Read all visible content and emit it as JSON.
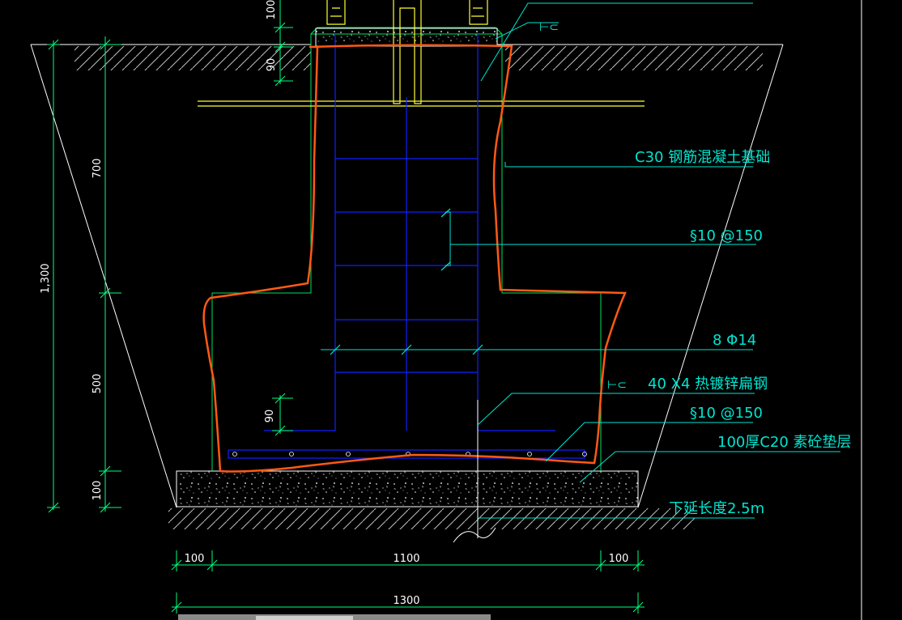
{
  "annotations": {
    "foundation": "C30 钢筋混凝土基础",
    "stirrup_top": "§10 @150",
    "rebar": "8 Φ14",
    "steel": "40 X4 热镀锌扁钢",
    "stirrup_bottom": "§10 @150",
    "cushion": "100厚C20 素砼垫层",
    "extension": "下延长度2.5m",
    "ground_mark": "⊢⊂"
  },
  "dimensions": {
    "top_100": "100",
    "top_90": "90",
    "d_700": "700",
    "d_1300": "1,300",
    "d_500": "500",
    "bottom_90": "90",
    "bottom_100": "100",
    "w_left_100": "100",
    "w_1100": "1100",
    "w_right_100": "100",
    "w_1300": "1300"
  },
  "colors": {
    "background": "#000000",
    "concrete_outline": "#00e060",
    "rebar": "#1020ff",
    "highlight": "#ff5a14",
    "bolt": "#ffff30",
    "annotation": "#00e5d0",
    "dimension": "#00ff80",
    "earth": "#ffffff"
  }
}
